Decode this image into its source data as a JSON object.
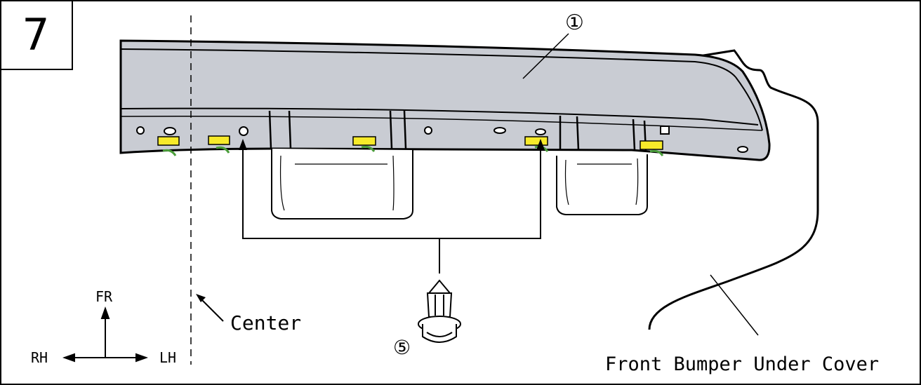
{
  "step": {
    "number": "7"
  },
  "labels": {
    "part_callout": "①",
    "clip_callout": "⑤",
    "center": "Center",
    "front": "FR",
    "right": "RH",
    "left": "LH",
    "under_cover": "Front Bumper Under Cover"
  },
  "colors": {
    "panel_fill": "#c9ccd3",
    "tape_yellow": "#f7ea2a",
    "tape_green": "#4a9d3a",
    "line": "#000000"
  }
}
